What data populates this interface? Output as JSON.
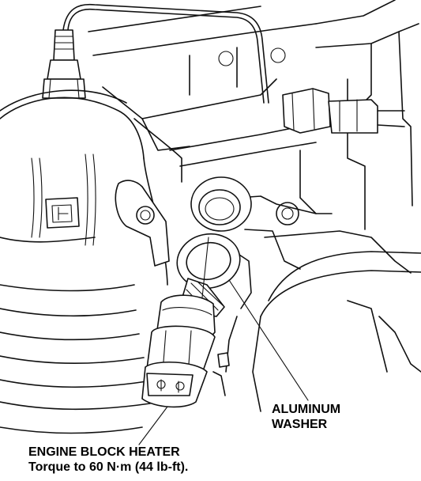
{
  "labels": {
    "washer": {
      "line1": "ALUMINUM",
      "line2": "WASHER"
    },
    "heater": {
      "line1": "ENGINE BLOCK HEATER",
      "line2": "Torque to 60 N·m (44 lb-ft)."
    }
  }
}
